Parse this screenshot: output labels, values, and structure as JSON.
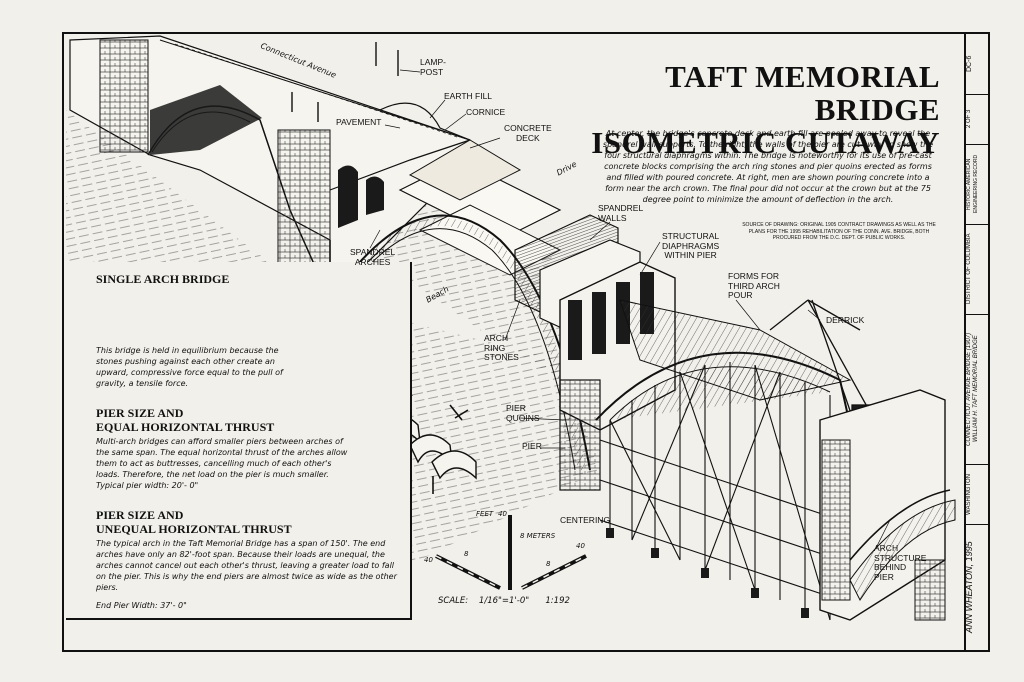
{
  "title": {
    "line1": "TAFT MEMORIAL BRIDGE",
    "line2": "ISOMETRIC CUTAWAY"
  },
  "description": "At center, the bridge's concrete deck and earth fill are peeled away to reveal the spandrel wall supports. To the right, the walls of the pier are cut away to show the four structural diaphragms within. The bridge is noteworthy for its use of pre-cast concrete blocks comprising the arch ring stones and pier quoins erected as forms and filled with poured concrete. At right, men are shown pouring concrete into a form near the arch crown. The final pour did not occur at the crown but at the 75 degree point to minimize the amount of deflection in the arch.",
  "source_note": "SOURCE OF DRAWING: ORIGINAL 1905 CONTRACT DRAWINGS AS WELL AS THE PLANS FOR THE 1995 REHABILITATION OF THE CONN. AVE. BRIDGE, BOTH PROCURED FROM THE D.C. DEPT. OF PUBLIC WORKS.",
  "callouts": {
    "lamp_post": "LAMP-\nPOST",
    "earth_fill": "EARTH FILL",
    "cornice": "CORNICE",
    "concrete_deck": "CONCRETE\nDECK",
    "pavement": "PAVEMENT",
    "spandrel_arches": "SPANDREL\nARCHES",
    "spandrel_walls": "SPANDREL\nWALLS",
    "structural_diaphragms": "STRUCTURAL\nDIAPHRAGMS\nWITHIN PIER",
    "forms_third_arch": "FORMS FOR\nTHIRD ARCH\nPOUR",
    "derrick": "DERRICK",
    "arch_ring_stones": "ARCH\nRING\nSTONES",
    "pier_quoins": "PIER\nQUOINS",
    "pier": "PIER",
    "centering": "CENTERING",
    "arch_structure": "ARCH\nSTRUCTURE\nBEHIND\nPIER"
  },
  "streets": {
    "connecticut": "Connecticut Avenue",
    "drive": "Drive",
    "beach": "Beach"
  },
  "notes": {
    "single_arch_heading": "SINGLE ARCH BRIDGE",
    "single_arch_text": "This bridge is held in equilibrium because the stones pushing against each other create an upward, compressive force equal to the pull of gravity, a tensile force.",
    "equal_heading": "PIER SIZE AND\nEQUAL HORIZONTAL THRUST",
    "equal_text": "Multi-arch bridges can afford smaller piers between arches of the same span. The equal horizontal thrust of the arches allow them to act as buttresses, cancelling much of each other's loads. Therefore, the net load on the pier is much smaller. Typical pier width: 20'- 0\"",
    "unequal_heading": "PIER SIZE AND\nUNEQUAL HORIZONTAL THRUST",
    "unequal_text": "The typical arch in the Taft Memorial Bridge has a span of 150'. The end arches have only an 82'-foot span. Because their loads are unequal, the arches cannot cancel out each other's thrust, leaving a greater load to fall on the pier. This is why the end piers are almost twice as wide as the other piers.",
    "end_pier_width": "End Pier Width: 37'- 0\""
  },
  "scale": {
    "feet_label": "FEET",
    "feet_40": "40",
    "feet_8": "8",
    "feet_40b": "40",
    "meters_label": "8 METERS",
    "meters_40": "40",
    "meters_8": "8",
    "scale_text": "SCALE:    1/16\"=1'-0\"      1:192"
  },
  "title_block": {
    "delineator": "ANN WHEATON, 1995",
    "project": "CONNECTICUT AVENUE BRIDGE (1907)\nWILLIAM H. TAFT MEMORIAL BRIDGE",
    "location": "WASHINGTON",
    "district": "DISTRICT OF COLUMBIA",
    "sheet": "2 OF 3",
    "record": "DC-6",
    "haer": "HISTORIC AMERICAN ENGINEERING RECORD"
  },
  "colors": {
    "paper": "#f2f0ea",
    "ink": "#111111"
  }
}
